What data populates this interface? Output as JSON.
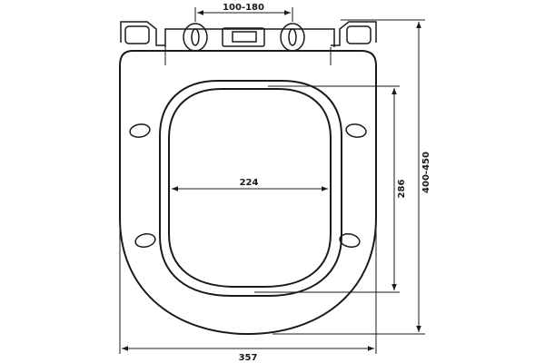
{
  "drawing": {
    "subject": "toilet-seat-dimension-drawing",
    "colors": {
      "line": "#1a1a1a",
      "background": "#ffffff"
    },
    "dimensions": {
      "hinge_spacing": {
        "label": "100-180"
      },
      "inner_width": {
        "label": "224"
      },
      "inner_length": {
        "label": "286"
      },
      "overall_length": {
        "label": "400-450"
      },
      "overall_width": {
        "label": "357"
      }
    }
  }
}
